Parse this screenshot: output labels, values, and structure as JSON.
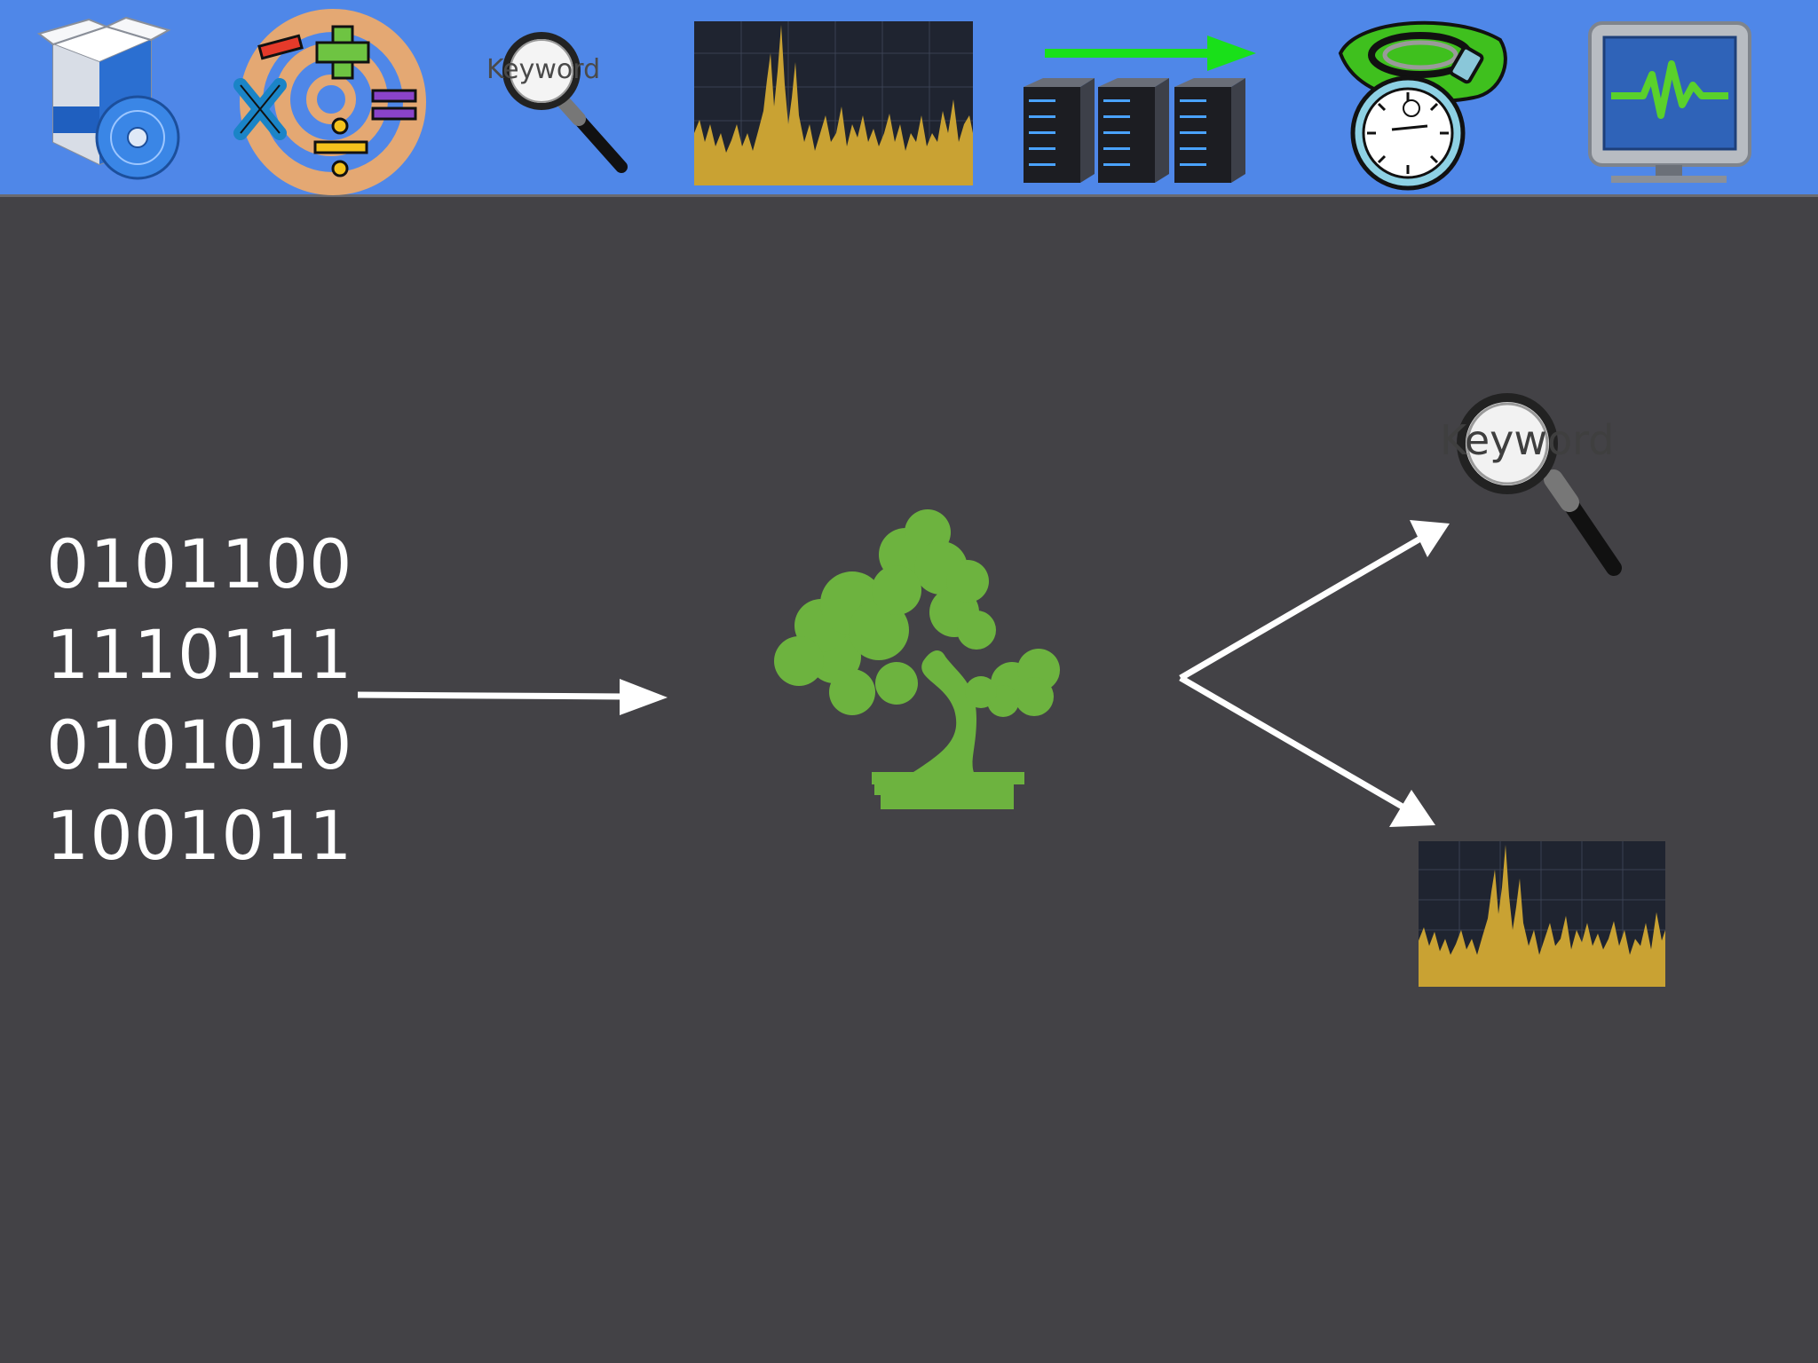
{
  "toolbar": {
    "items": [
      {
        "name": "software-package",
        "icon": "software-box-cd-icon"
      },
      {
        "name": "math-operations",
        "icon": "math-swirl-icon"
      },
      {
        "name": "keyword-search",
        "icon": "magnifier-keyword-icon",
        "label": "Keyword"
      },
      {
        "name": "spectrum-chart",
        "icon": "spectrum-chart-icon"
      },
      {
        "name": "server-transfer",
        "icon": "servers-arrow-icon"
      },
      {
        "name": "stopwatch",
        "icon": "stopwatch-icon"
      },
      {
        "name": "monitor",
        "icon": "heartbeat-monitor-icon"
      }
    ]
  },
  "main": {
    "binary_lines": [
      "0101100",
      "1110111",
      "0101010",
      "1001011"
    ],
    "keyword_label": "Keyword",
    "tree_icon": "bonsai-tree-icon"
  },
  "colors": {
    "background": "#434246",
    "toolbar": "#4f87e8",
    "tree": "#6db33f",
    "spectrum_fill": "#c9a233",
    "chart_bg": "#1f2430",
    "arrow": "#ffffff",
    "transfer_arrow": "#19e019"
  }
}
